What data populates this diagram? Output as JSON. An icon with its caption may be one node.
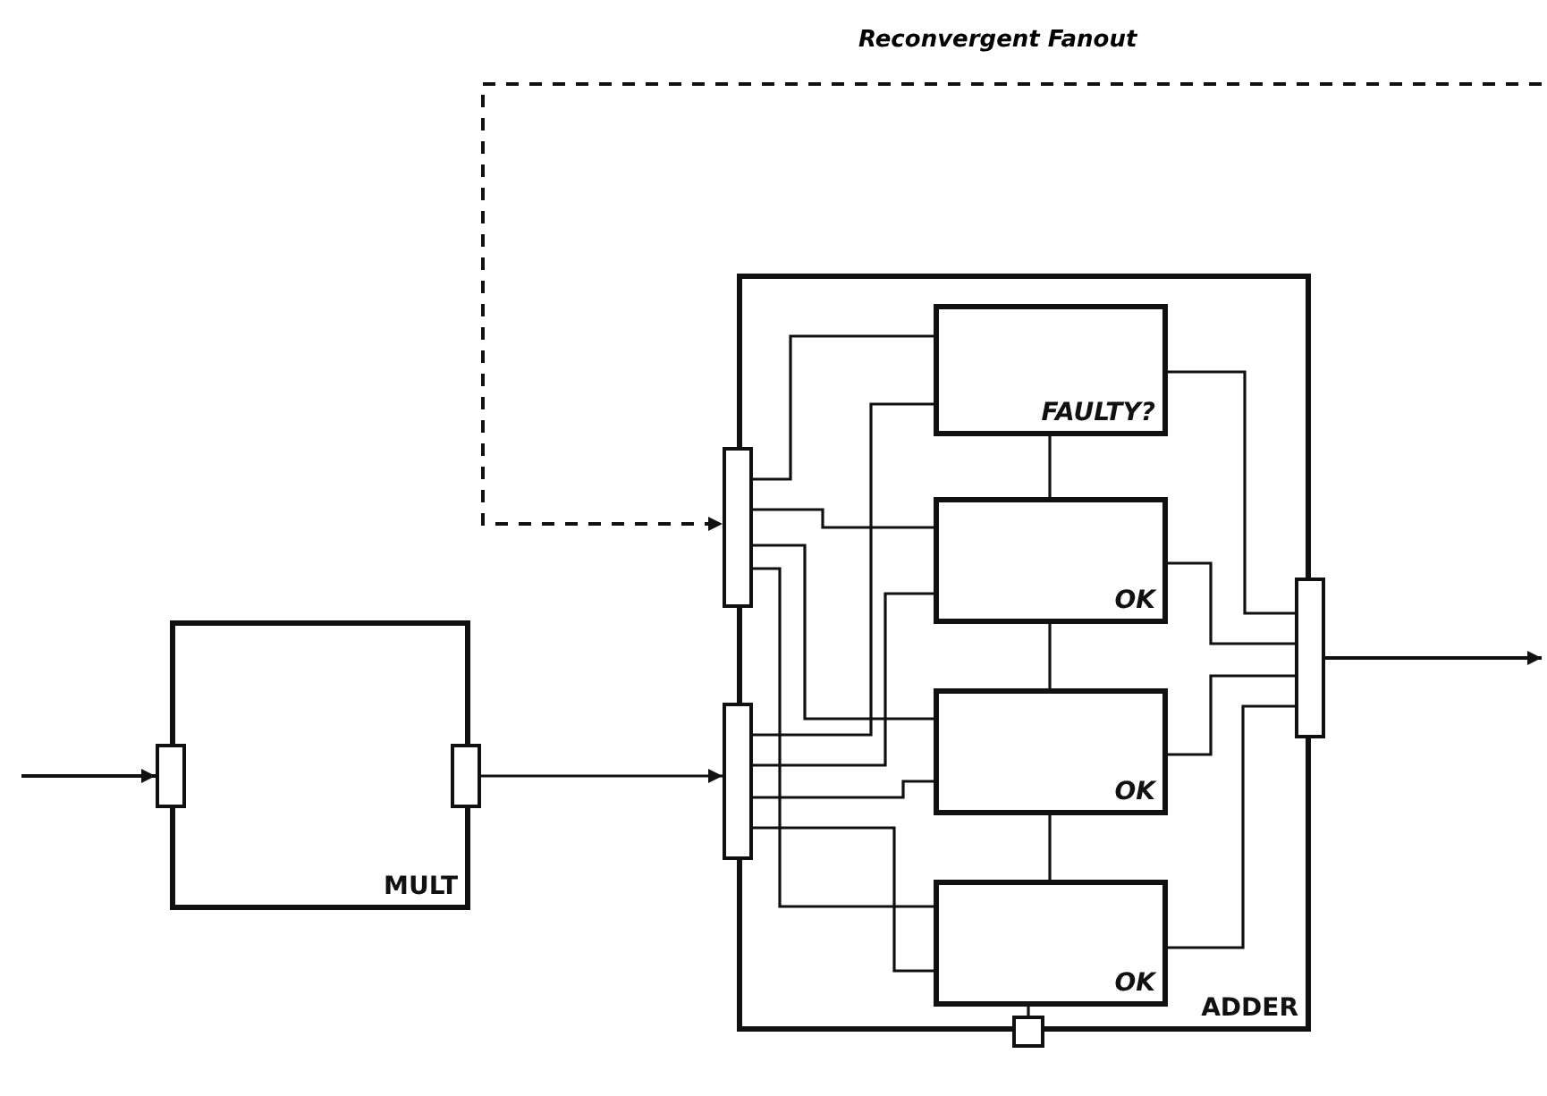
{
  "diagram": {
    "nodes": [
      {
        "text": [
          "MULT"
        ]
      },
      {
        "text": [],
        "shape": "box"
      },
      {
        "text": [],
        "shape": "box"
      },
      {
        "text": [
          "ADDER"
        ]
      },
      {
        "text": [],
        "shape": "box"
      },
      {
        "text": [],
        "shape": "box"
      },
      {
        "text": [
          "FAULTY?"
        ],
        "in": 3
      },
      {
        "text": [
          "OK"
        ],
        "in": 3
      },
      {
        "text": [
          "OK"
        ],
        "in": 3
      },
      {
        "text": [
          "OK"
        ],
        "in": 3
      },
      {
        "text": [],
        "shape": "box"
      },
      {
        "text": [],
        "shape": "box"
      }
    ],
    "edges": [
      {
        "from": null,
        "to": 1,
        "arrow": "to"
      },
      {
        "from": 2,
        "to": 5,
        "arrow": "to"
      },
      {
        "from": null,
        "to": 4,
        "arrow": "to",
        "style": "dashed",
        "label": "Reconvergent Fanout"
      },
      {
        "from": 10,
        "to": null,
        "arrow": "to"
      },
      {
        "from": 4,
        "to": 6,
        "arrow": "none"
      },
      {
        "from": 4,
        "to": 7,
        "arrow": "none"
      },
      {
        "from": 4,
        "to": 8,
        "arrow": "none"
      },
      {
        "from": 4,
        "to": 9,
        "arrow": "none"
      },
      {
        "from": 5,
        "to": 6,
        "arrow": "none"
      },
      {
        "from": 5,
        "to": 7,
        "arrow": "none"
      },
      {
        "from": 5,
        "to": 8,
        "arrow": "none"
      },
      {
        "from": 5,
        "to": 9,
        "arrow": "none"
      },
      {
        "from": 6,
        "to": 10,
        "arrow": "none"
      },
      {
        "from": 7,
        "to": 10,
        "arrow": "none"
      },
      {
        "from": 8,
        "to": 10,
        "arrow": "none"
      },
      {
        "from": 9,
        "to": 10,
        "arrow": "none"
      },
      {
        "from": 6,
        "to": 7,
        "arrow": "none"
      },
      {
        "from": 7,
        "to": 8,
        "arrow": "none"
      },
      {
        "from": 8,
        "to": 9,
        "arrow": "none"
      },
      {
        "from": 9,
        "to": 11,
        "arrow": "none"
      }
    ]
  }
}
